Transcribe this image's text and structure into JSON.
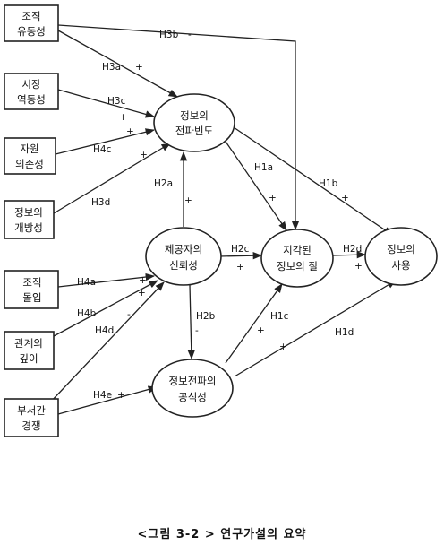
{
  "nodes": {
    "org_fluidity": [
      "조직",
      "유동성"
    ],
    "market_dynamism": [
      "시장",
      "역동성"
    ],
    "resource_dependence": [
      "자원",
      "의존성"
    ],
    "info_openness": [
      "정보의",
      "개방성"
    ],
    "org_commitment": [
      "조직",
      "몰입"
    ],
    "relationship_depth": [
      "관계의",
      "깊이"
    ],
    "interdept_competition": [
      "부서간",
      "경쟁"
    ],
    "info_transfer_frequency": [
      "정보의",
      "전파빈도"
    ],
    "provider_trust": [
      "제공자의",
      "신뢰성"
    ],
    "info_transfer_formality": [
      "정보전파의",
      "공식성"
    ],
    "perceived_quality": [
      "지각된",
      "정보의 질"
    ],
    "info_use": [
      "정보의",
      "사용"
    ]
  },
  "edges": [
    {
      "id": "H3b",
      "label": "H3b",
      "sign": "-"
    },
    {
      "id": "H3a",
      "label": "H3a",
      "sign": "+"
    },
    {
      "id": "H3c",
      "label": "H3c",
      "sign": "+"
    },
    {
      "id": "H4c",
      "label": "H4c",
      "sign": "+"
    },
    {
      "id": "H3d",
      "label": "H3d",
      "sign": "+"
    },
    {
      "id": "H2a",
      "label": "H2a",
      "sign": "+"
    },
    {
      "id": "H1a",
      "label": "H1a",
      "sign": "+"
    },
    {
      "id": "H1b",
      "label": "H1b",
      "sign": "+"
    },
    {
      "id": "H2c",
      "label": "H2c",
      "sign": "+"
    },
    {
      "id": "H2d",
      "label": "H2d",
      "sign": "+"
    },
    {
      "id": "H4a",
      "label": "H4a",
      "sign": "+"
    },
    {
      "id": "H4b",
      "label": "H4b",
      "sign": "-"
    },
    {
      "id": "H4d",
      "label": "H4d",
      "sign": "+"
    },
    {
      "id": "H4e",
      "label": "H4e",
      "sign": "+"
    },
    {
      "id": "H2b",
      "label": "H2b",
      "sign": "-"
    },
    {
      "id": "H1c",
      "label": "H1c",
      "sign": "+"
    },
    {
      "id": "H1d",
      "label": "H1d",
      "sign": "+"
    }
  ],
  "caption": "<그림 3-2 > 연구가설의 요약"
}
